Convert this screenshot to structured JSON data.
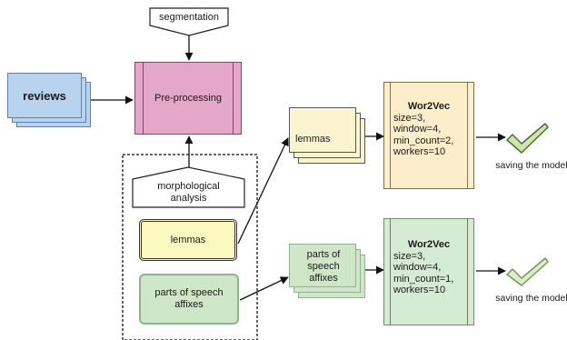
{
  "nodes": {
    "segmentation": "segmentation",
    "reviews": "reviews",
    "preprocessing": "Pre-processing",
    "morphological": "morphological\nanalysis",
    "lemmas_box": "lemmas",
    "pos_box": "parts of speech\naffixes",
    "lemmas_stack": "lemmas",
    "pos_stack": "parts of speech\naffixes",
    "w2v_top": {
      "title": "Wor2Vec",
      "params": [
        "size=3,",
        "window=4,",
        "min_count=2,",
        "workers=10"
      ]
    },
    "w2v_bottom": {
      "title": "Wor2Vec",
      "params": [
        "size=3,",
        "window=4,",
        "min_count=1,",
        "workers=10"
      ]
    },
    "save_top": "saving the model",
    "save_bottom": "saving the model"
  },
  "colors": {
    "reviews_fill": "#b9d3ee",
    "process_fill": "#e5a7c7",
    "yellow_fill": "#fcf4cf",
    "lemmas_box_fill": "#fafac0",
    "green_fill": "#cfe6c8",
    "w2v_yellow": "#fdeecb",
    "w2v_green": "#d5ebd3",
    "check_green": "#cfe6a8"
  },
  "icons": [
    "checkmark-icon",
    "checkmark-icon"
  ]
}
